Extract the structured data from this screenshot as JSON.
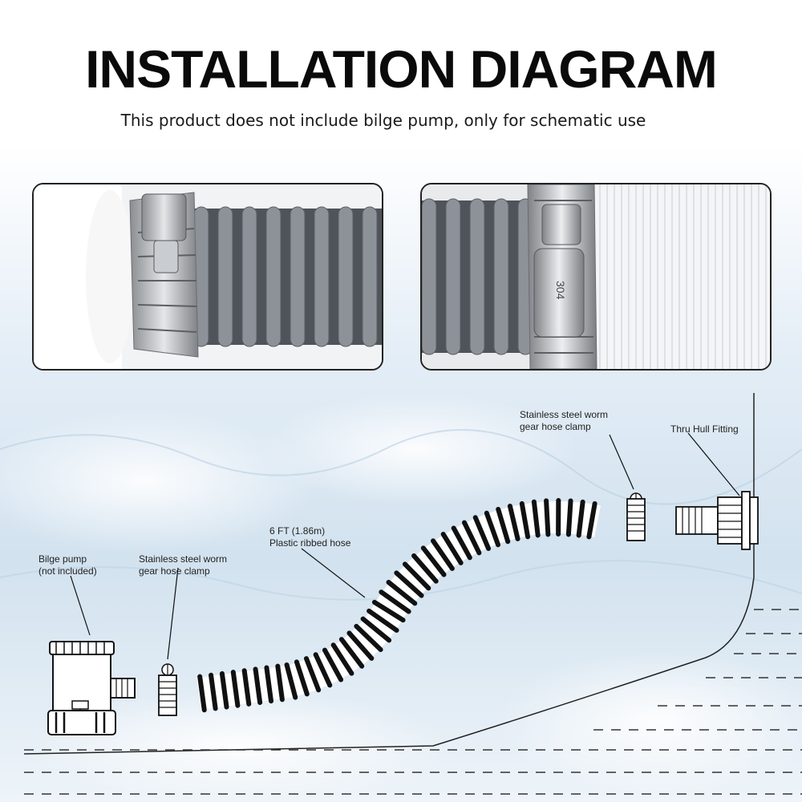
{
  "title": "INSTALLATION DIAGRAM",
  "subtitle": "This product does not include bilge pump, only for schematic use",
  "photos": {
    "left_stamp": "",
    "right_stamp": "304"
  },
  "labels": {
    "bilge_pump_line1": "Bilge pump",
    "bilge_pump_line2": "(not included)",
    "clamp_left_line1": "Stainless steel worm",
    "clamp_left_line2": "gear hose clamp",
    "hose_line1": "6 FT (1.86m)",
    "hose_line2": "Plastic ribbed hose",
    "clamp_right_line1": "Stainless steel worm",
    "clamp_right_line2": "gear hose clamp",
    "thru_hull": "Thru Hull Fitting"
  },
  "colors": {
    "hose_gray": "#7d8088",
    "steel": "#b9bcc0",
    "water_blue": "#cfe0ee"
  }
}
